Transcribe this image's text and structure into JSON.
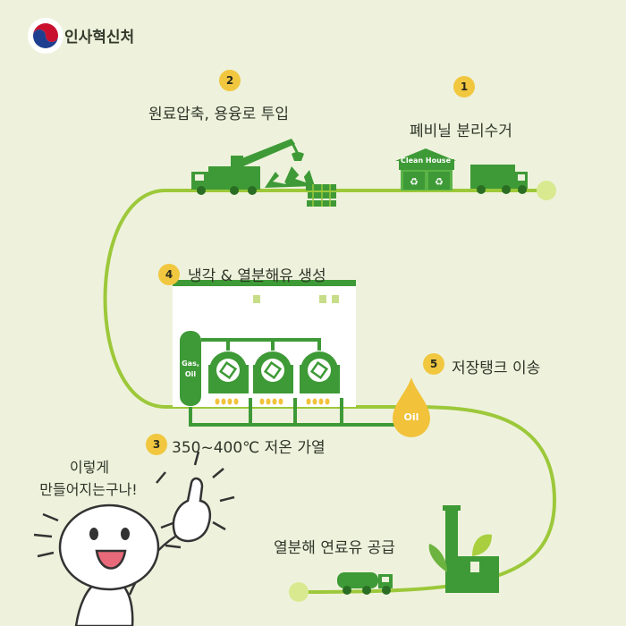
{
  "brand": {
    "name": "인사혁신처",
    "logo_icon": "taegeuk-logo-icon"
  },
  "steps": [
    {
      "num": "1",
      "label": "폐비닐 분리수거"
    },
    {
      "num": "2",
      "label": "원료압축, 용융로 투입"
    },
    {
      "num": "3",
      "label": "350~400℃ 저온 가열"
    },
    {
      "num": "4",
      "label": "냉각 & 열분해유 생성"
    },
    {
      "num": "5",
      "label": "저장탱크 이송"
    }
  ],
  "scene": {
    "clean_house_sign": "Clean House",
    "gas_oil_tank_label_1": "Gas,",
    "gas_oil_tank_label_2": "Oil",
    "oil_drop_label": "Oil",
    "final_label": "열분해 연료유 공급"
  },
  "character": {
    "speech_line_1": "이렇게",
    "speech_line_2": "만들어지는구나!"
  },
  "colors": {
    "background": "#eef2dc",
    "path": "#9cc83a",
    "dark_green": "#3e9a36",
    "badge": "#f1c73f",
    "oil": "#f1c23a"
  }
}
